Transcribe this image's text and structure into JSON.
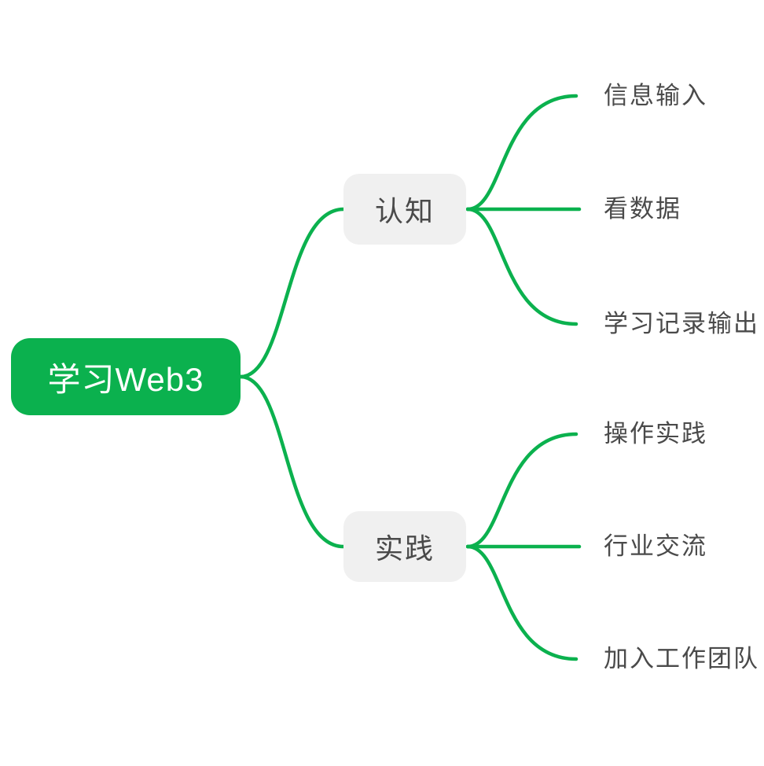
{
  "mindmap": {
    "root": {
      "label": "学习Web3"
    },
    "branches": [
      {
        "label": "认知",
        "children": [
          {
            "label": "信息输入"
          },
          {
            "label": "看数据"
          },
          {
            "label": "学习记录输出"
          }
        ]
      },
      {
        "label": "实践",
        "children": [
          {
            "label": "操作实践"
          },
          {
            "label": "行业交流"
          },
          {
            "label": "加入工作团队"
          }
        ]
      }
    ],
    "colors": {
      "accent_green": "#0BB14E",
      "branch_bg": "#F0F0F0",
      "node_text_dark": "#4A4A4A",
      "root_text": "#FFFFFF",
      "background": "#FFFFFF"
    }
  }
}
